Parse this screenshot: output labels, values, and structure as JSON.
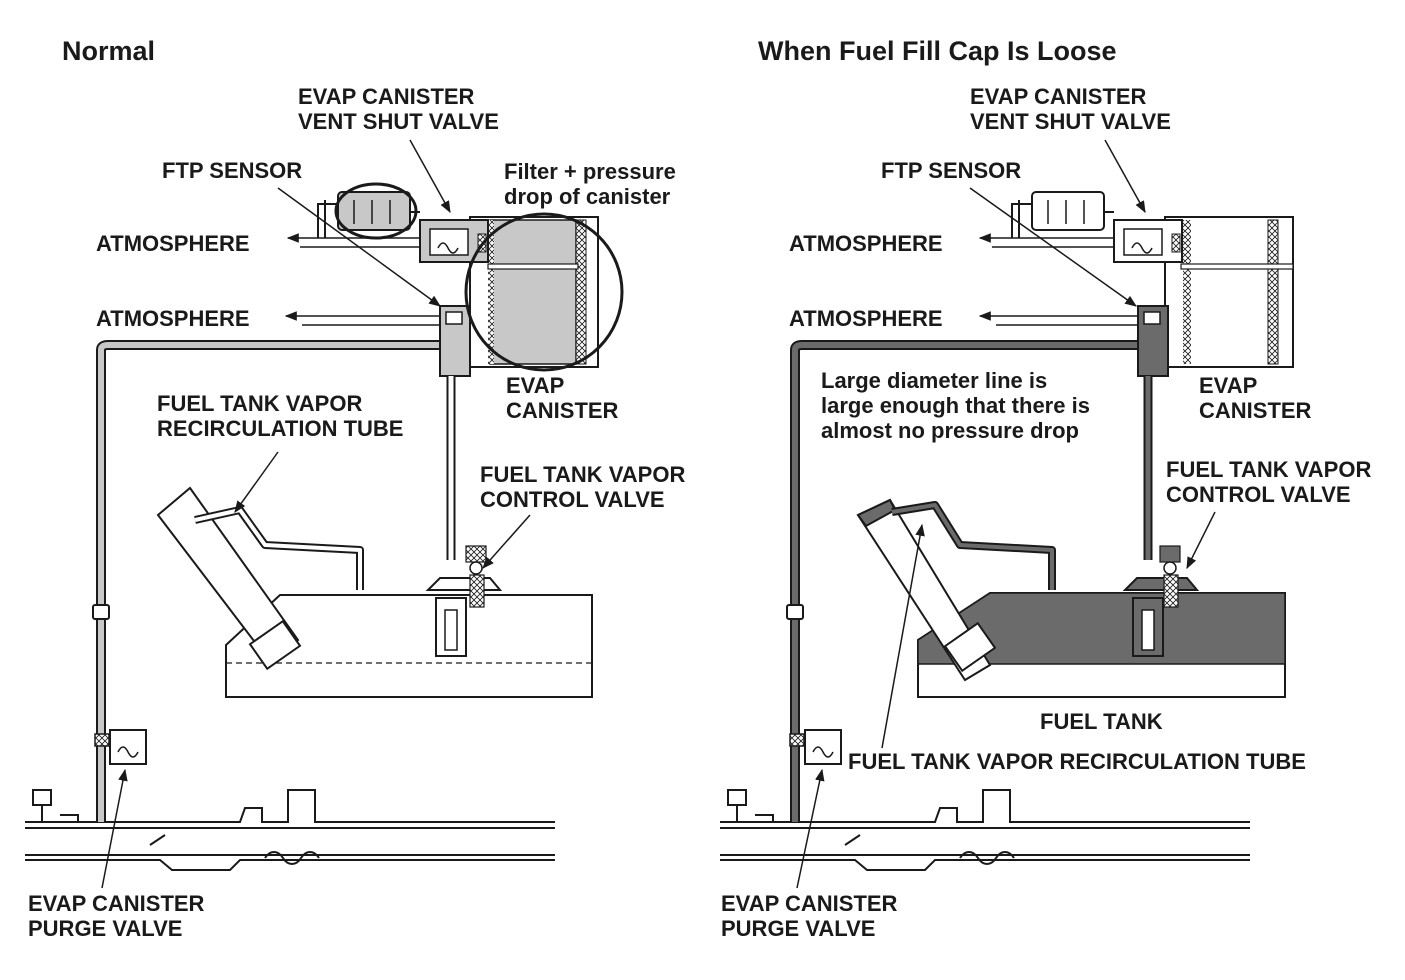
{
  "colors": {
    "ink": "#1a1a1a",
    "gas_normal": "#c8c8c8",
    "gas_loose": "#6b6b6b",
    "fuel_loose": "#6b6b6b",
    "background": "#ffffff"
  },
  "normal": {
    "title": "Normal",
    "evap_vent_shut_valve": [
      "EVAP CANISTER",
      "VENT SHUT VALVE"
    ],
    "ftp_sensor": "FTP SENSOR",
    "filter_note": [
      "Filter + pressure",
      "drop of canister"
    ],
    "atmosphere_upper": "ATMOSPHERE",
    "atmosphere_lower": "ATMOSPHERE",
    "evap_canister": [
      "EVAP",
      "CANISTER"
    ],
    "recirc_tube": [
      "FUEL TANK VAPOR",
      "RECIRCULATION TUBE"
    ],
    "vapor_control_valve": [
      "FUEL TANK VAPOR",
      "CONTROL VALVE"
    ],
    "purge_valve": [
      "EVAP CANISTER",
      "PURGE VALVE"
    ]
  },
  "loose": {
    "title": "When Fuel Fill Cap Is Loose",
    "evap_vent_shut_valve": [
      "EVAP CANISTER",
      "VENT SHUT VALVE"
    ],
    "ftp_sensor": "FTP SENSOR",
    "atmosphere_upper": "ATMOSPHERE",
    "atmosphere_lower": "ATMOSPHERE",
    "large_line_note": [
      "Large diameter line is",
      "large enough that there is",
      "almost no pressure drop"
    ],
    "evap_canister": [
      "EVAP",
      "CANISTER"
    ],
    "vapor_control_valve": [
      "FUEL TANK VAPOR",
      "CONTROL VALVE"
    ],
    "fuel_tank": "FUEL TANK",
    "recirc_tube": "FUEL TANK VAPOR RECIRCULATION TUBE",
    "purge_valve": [
      "EVAP CANISTER",
      "PURGE VALVE"
    ]
  }
}
